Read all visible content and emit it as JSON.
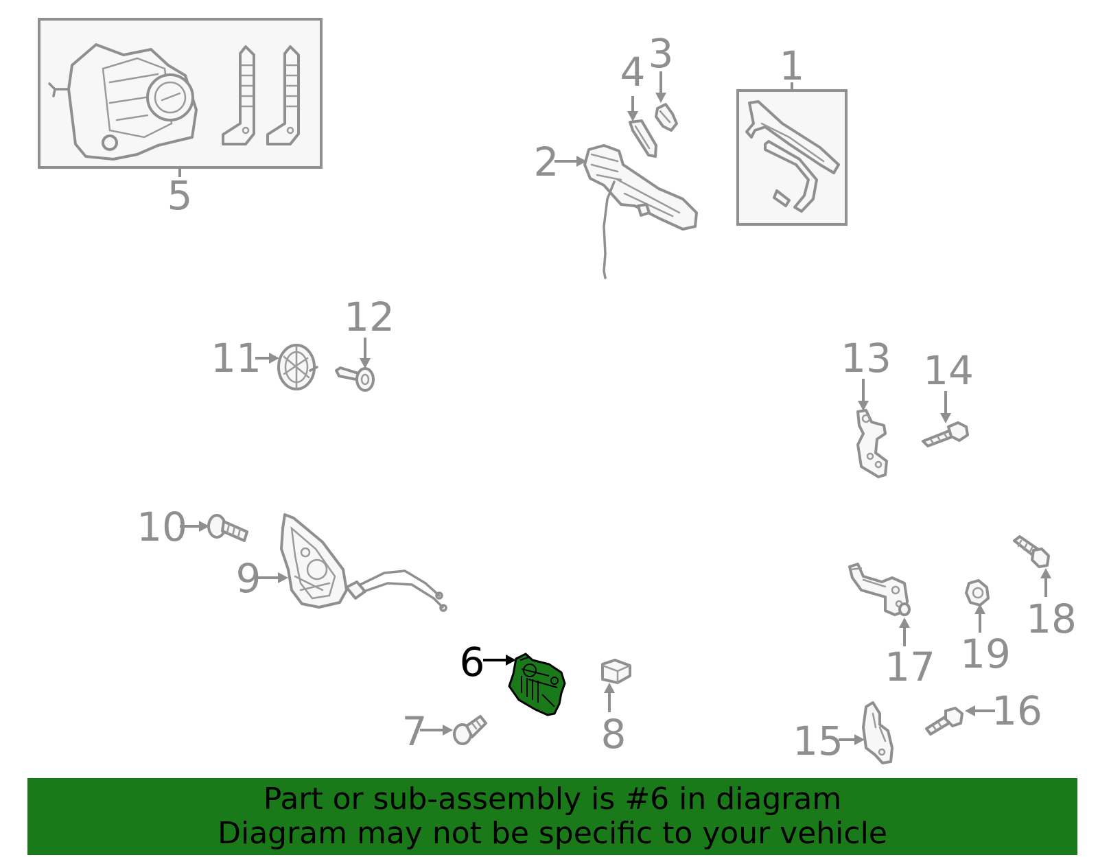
{
  "callouts": {
    "c1": "1",
    "c2": "2",
    "c3": "3",
    "c4": "4",
    "c5": "5",
    "c6": "6",
    "c7": "7",
    "c8": "8",
    "c9": "9",
    "c10": "10",
    "c11": "11",
    "c12": "12",
    "c13": "13",
    "c14": "14",
    "c15": "15",
    "c16": "16",
    "c17": "17",
    "c18": "18",
    "c19": "19"
  },
  "highlight": {
    "part": "6",
    "color": "#1a7a1a"
  },
  "banner": {
    "line1": "Part or sub-assembly is #6 in diagram",
    "line2": "Diagram may not be specific to your vehicle",
    "color": "#1a7a1a"
  }
}
